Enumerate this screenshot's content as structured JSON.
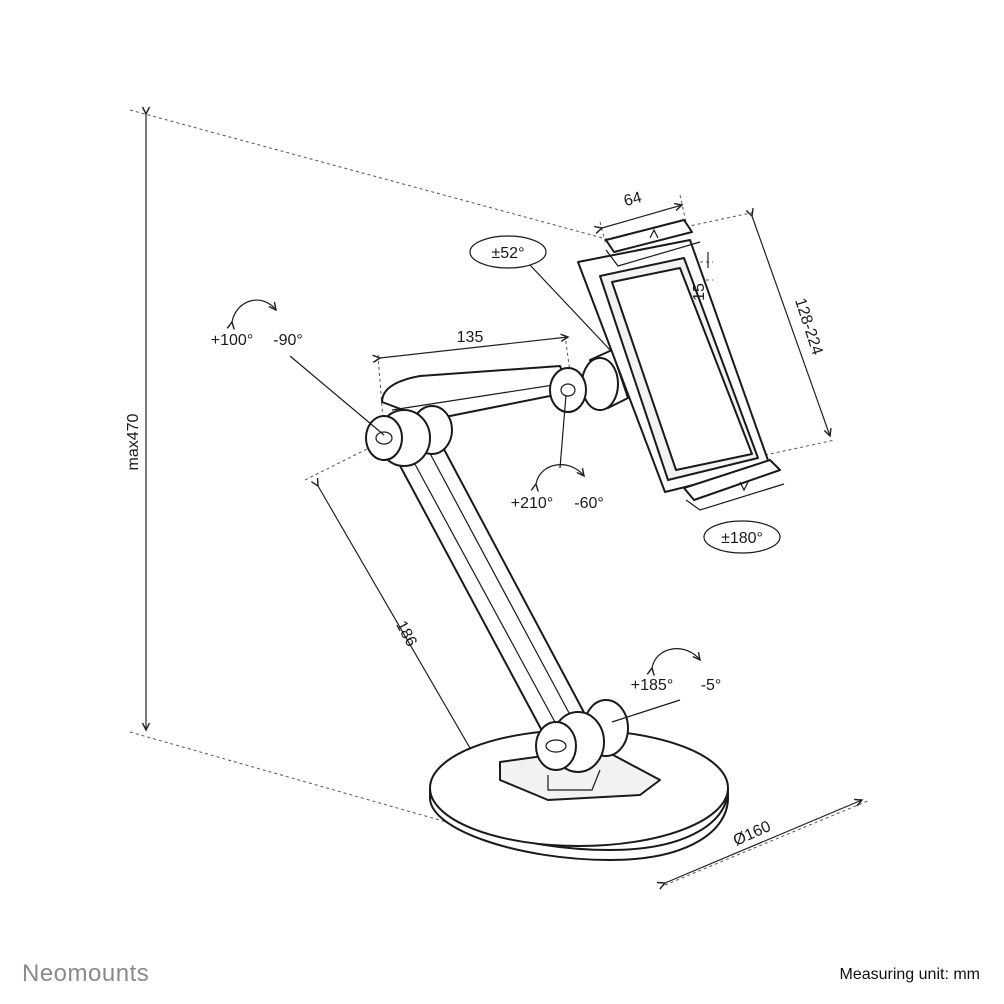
{
  "brand": "Neomounts",
  "measuring_unit": "Measuring unit: mm",
  "dimensions": {
    "height": "max470",
    "grip_width": "64",
    "grip_depth": "15",
    "tablet_range": "128-224",
    "upper_arm": "135",
    "lower_arm": "186",
    "base_diameter": "Ø160"
  },
  "rotations": {
    "head_tilt": "±52°",
    "elbow_pos": "+100°",
    "elbow_neg": "-90°",
    "wrist_pos": "+210°",
    "wrist_neg": "-60°",
    "head_rotate": "±180°",
    "base_pos": "+185°",
    "base_neg": "-5°"
  },
  "colors": {
    "line": "#1a1a1a",
    "brand": "#8a8a8a",
    "background": "#ffffff"
  }
}
